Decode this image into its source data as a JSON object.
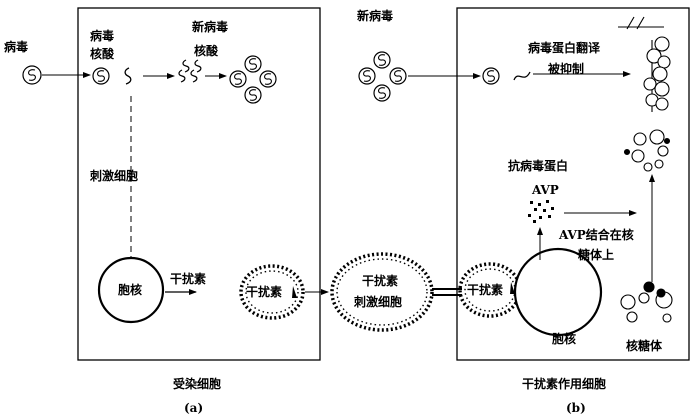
{
  "labels": {
    "virus_left": "病毒",
    "viral_nucleic_acid_1": "病毒",
    "viral_nucleic_acid_2": "核酸",
    "new_virus_a1": "新病毒",
    "new_virus_a2": "核酸",
    "stimulate_cell": "刺激细胞",
    "nucleus_a": "胞核",
    "interferon_a": "干扰素",
    "interferon_b1": "干扰素",
    "interferon_b2": "干扰素",
    "stimulate_cell_b": "刺激细胞",
    "interferon_b3": "干扰素",
    "new_virus_b": "新病毒",
    "translation_1": "病毒蛋白翻译",
    "translation_2": "被抑制",
    "antiviral_protein": "抗病毒蛋白",
    "avp": "AVP",
    "avp_bind_1": "AVP结合在核",
    "avp_bind_2": "糖体上",
    "nucleus_b": "胞核",
    "ribosome": "核糖体"
  },
  "captions": {
    "infected_cell": "受染细胞",
    "panel_a": "(a)",
    "interferon_cell": "干扰素作用细胞",
    "panel_b": "(b)"
  }
}
